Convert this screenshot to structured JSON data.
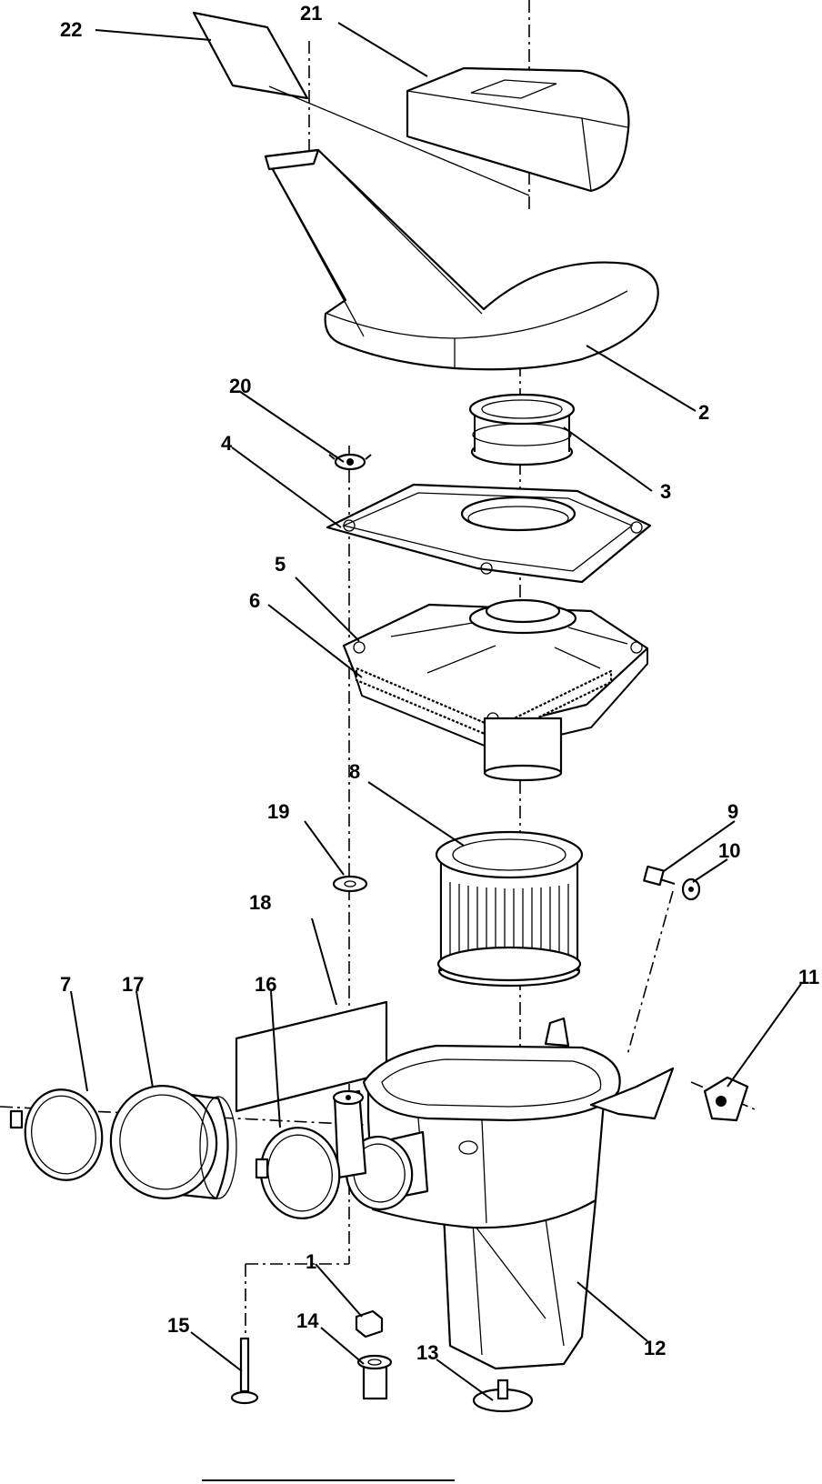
{
  "diagram": {
    "callouts": [
      {
        "id": "c1",
        "label": "1"
      },
      {
        "id": "c2",
        "label": "2"
      },
      {
        "id": "c3",
        "label": "3"
      },
      {
        "id": "c4",
        "label": "4"
      },
      {
        "id": "c5",
        "label": "5"
      },
      {
        "id": "c6",
        "label": "6"
      },
      {
        "id": "c7",
        "label": "7"
      },
      {
        "id": "c8",
        "label": "8"
      },
      {
        "id": "c9",
        "label": "9"
      },
      {
        "id": "c10",
        "label": "10"
      },
      {
        "id": "c11",
        "label": "11"
      },
      {
        "id": "c12",
        "label": "12"
      },
      {
        "id": "c13",
        "label": "13"
      },
      {
        "id": "c14",
        "label": "14"
      },
      {
        "id": "c15",
        "label": "15"
      },
      {
        "id": "c16",
        "label": "16"
      },
      {
        "id": "c17",
        "label": "17"
      },
      {
        "id": "c18",
        "label": "18"
      },
      {
        "id": "c19",
        "label": "19"
      },
      {
        "id": "c20",
        "label": "20"
      },
      {
        "id": "c21",
        "label": "21"
      },
      {
        "id": "c22",
        "label": "22"
      }
    ]
  }
}
